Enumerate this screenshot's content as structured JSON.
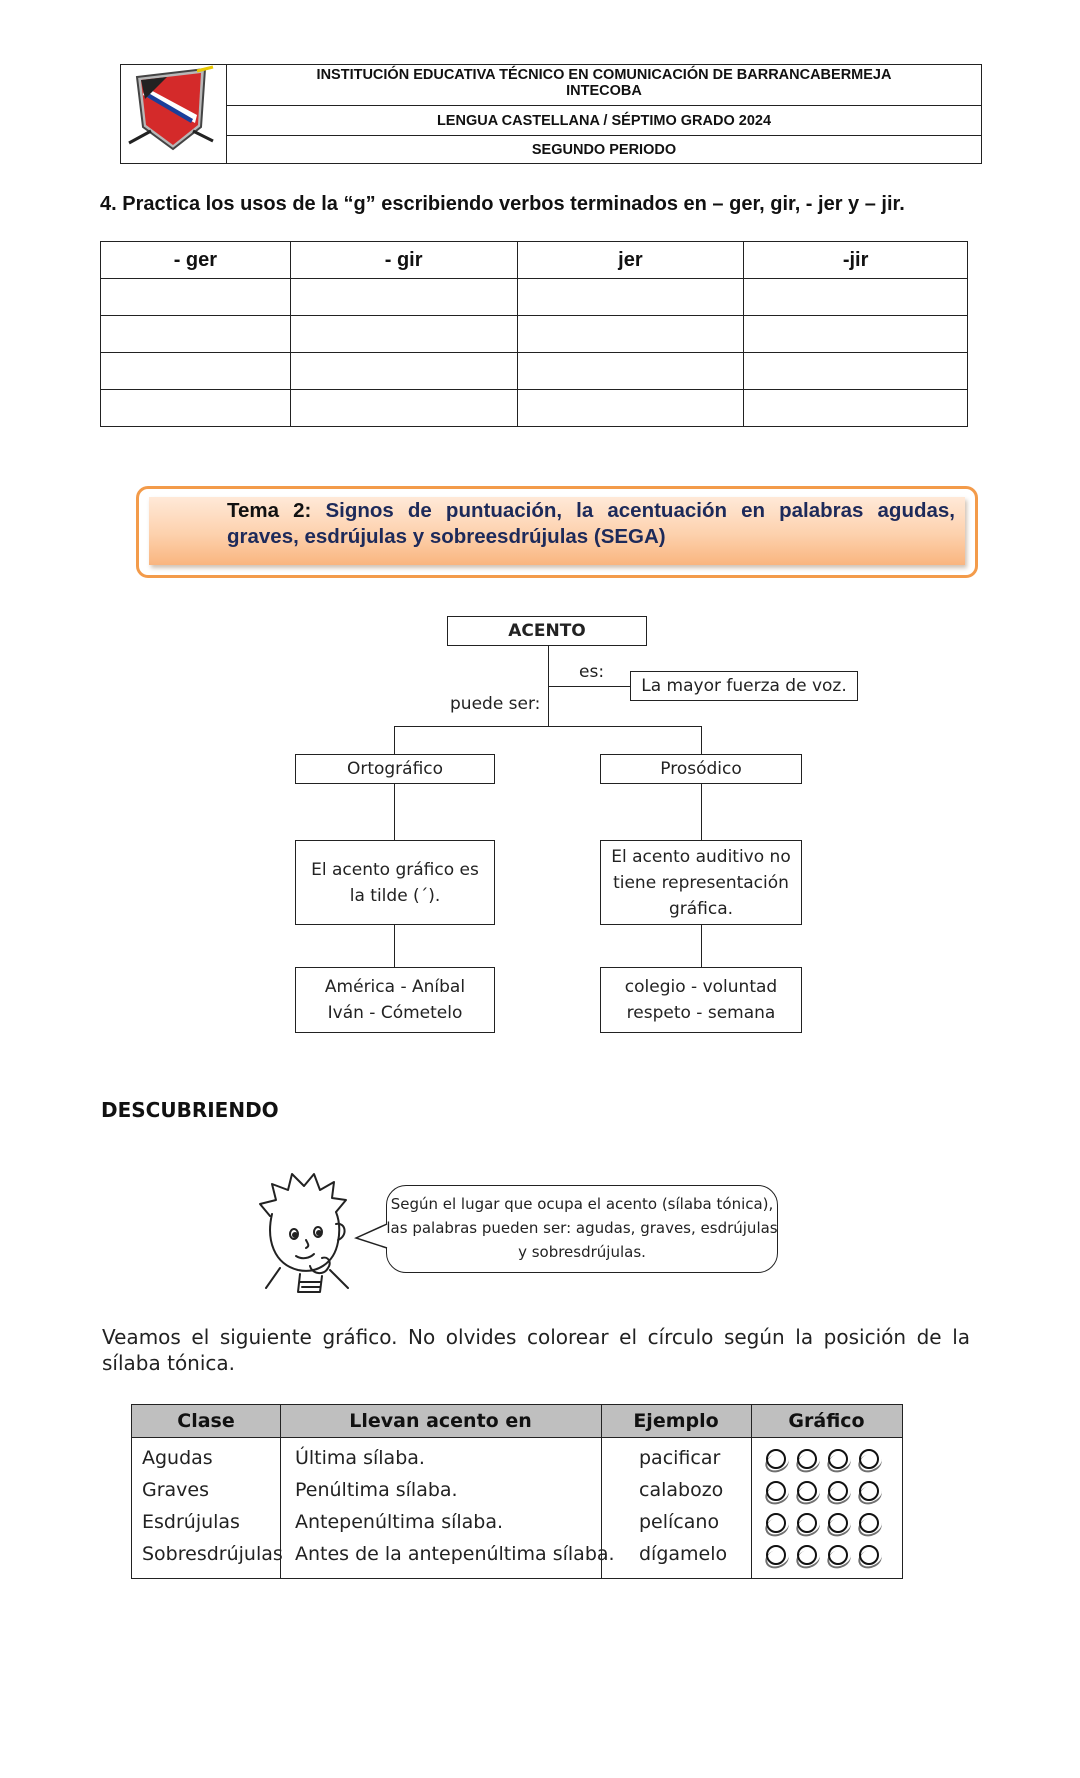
{
  "header": {
    "institution": "INSTITUCIÓN EDUCATIVA TÉCNICO EN COMUNICACIÓN DE BARRANCABERMEJA",
    "acronym": "INTECOBA",
    "subject": "LENGUA CASTELLANA / SÉPTIMO GRADO 2024",
    "period": "SEGUNDO PERIODO"
  },
  "exercise4": {
    "instruction": "4. Practica los usos de la “g” escribiendo verbos terminados en – ger, gir, - jer  y – jir.",
    "columns": [
      "- ger",
      "- gir",
      "jer",
      "-jir"
    ],
    "rows": [
      [
        "",
        "",
        "",
        ""
      ],
      [
        "",
        "",
        "",
        ""
      ],
      [
        "",
        "",
        "",
        ""
      ],
      [
        "",
        "",
        "",
        ""
      ]
    ]
  },
  "topic": {
    "lead": "Tema 2: ",
    "title": "Signos de puntuación, la acentuación en palabras agudas, graves, esdrújulas y sobreesdrújulas (SEGA)"
  },
  "concept_map": {
    "root": "ACENTO",
    "es_label": "es:",
    "es_definition": "La mayor fuerza de voz.",
    "puede_label": "puede ser:",
    "left": {
      "title": "Ortográfico",
      "description": "El acento gráfico es la tilde (´).",
      "examples_line1": "América - Aníbal",
      "examples_line2": "Iván - Cómetelo"
    },
    "right": {
      "title": "Prosódico",
      "description": "El acento auditivo no tiene representación gráfica.",
      "examples_line1": "colegio - voluntad",
      "examples_line2": "respeto - semana"
    }
  },
  "discover": {
    "heading": "DESCUBRIENDO",
    "bubble": "Según el lugar que ocupa el acento (sílaba tónica), las palabras pueden ser: agudas, graves, esdrújulas y sobresdrújulas."
  },
  "paragraph": "Veamos el siguiente gráfico. No olvides colorear el círculo según la posición de la sílaba tónica.",
  "class_table": {
    "headers": [
      "Clase",
      "Llevan acento en",
      "Ejemplo",
      "Gráfico"
    ],
    "rows": [
      {
        "clase": "Agudas",
        "acento": "Última sílaba.",
        "ejemplo": "pacificar"
      },
      {
        "clase": "Graves",
        "acento": "Penúltima sílaba.",
        "ejemplo": "calabozo"
      },
      {
        "clase": "Esdrújulas",
        "acento": "Antepenúltima sílaba.",
        "ejemplo": "pelícano"
      },
      {
        "clase": "Sobresdrújulas",
        "acento": "Antes de la antepenúltima sílaba.",
        "ejemplo": "dígamelo"
      }
    ],
    "circles_per_row": 4
  }
}
